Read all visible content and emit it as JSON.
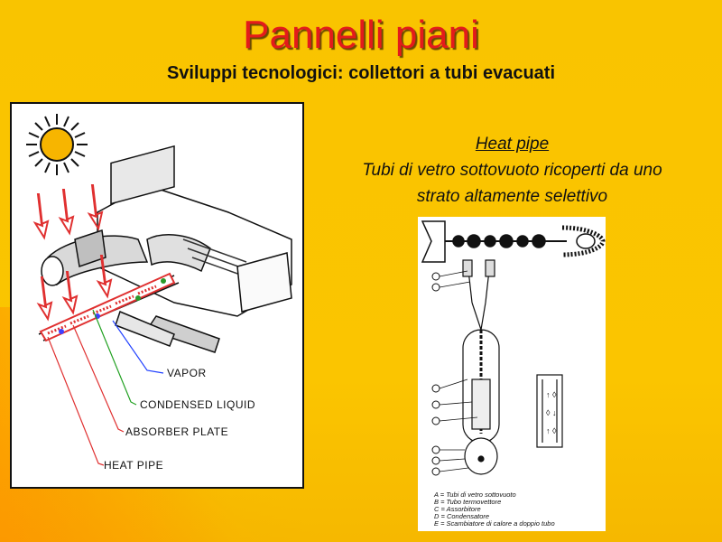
{
  "slide": {
    "title": "Pannelli piani",
    "subtitle": "Sviluppi tecnologici: collettori a tubi evacuati"
  },
  "left_diagram": {
    "labels": {
      "vapor": "VAPOR",
      "condensed": "CONDENSED LIQUID",
      "absorber": "ABSORBER PLATE",
      "heatpipe": "HEAT PIPE"
    }
  },
  "right_text": {
    "heading": "Heat pipe",
    "line1": "Tubi di vetro sottovuoto ricoperti da uno",
    "line2": "strato altamente selettivo"
  },
  "right_diagram": {
    "legend": [
      "A = Tubi di vetro sottovuoto",
      "B = Tubo termovettore",
      "C = Assorbitore",
      "D = Condensatore",
      "E = Scambiatore di calore a doppio tubo"
    ]
  },
  "colors": {
    "background": "#f9c400",
    "title": "#e31b1b",
    "arrows": "#e03030"
  }
}
